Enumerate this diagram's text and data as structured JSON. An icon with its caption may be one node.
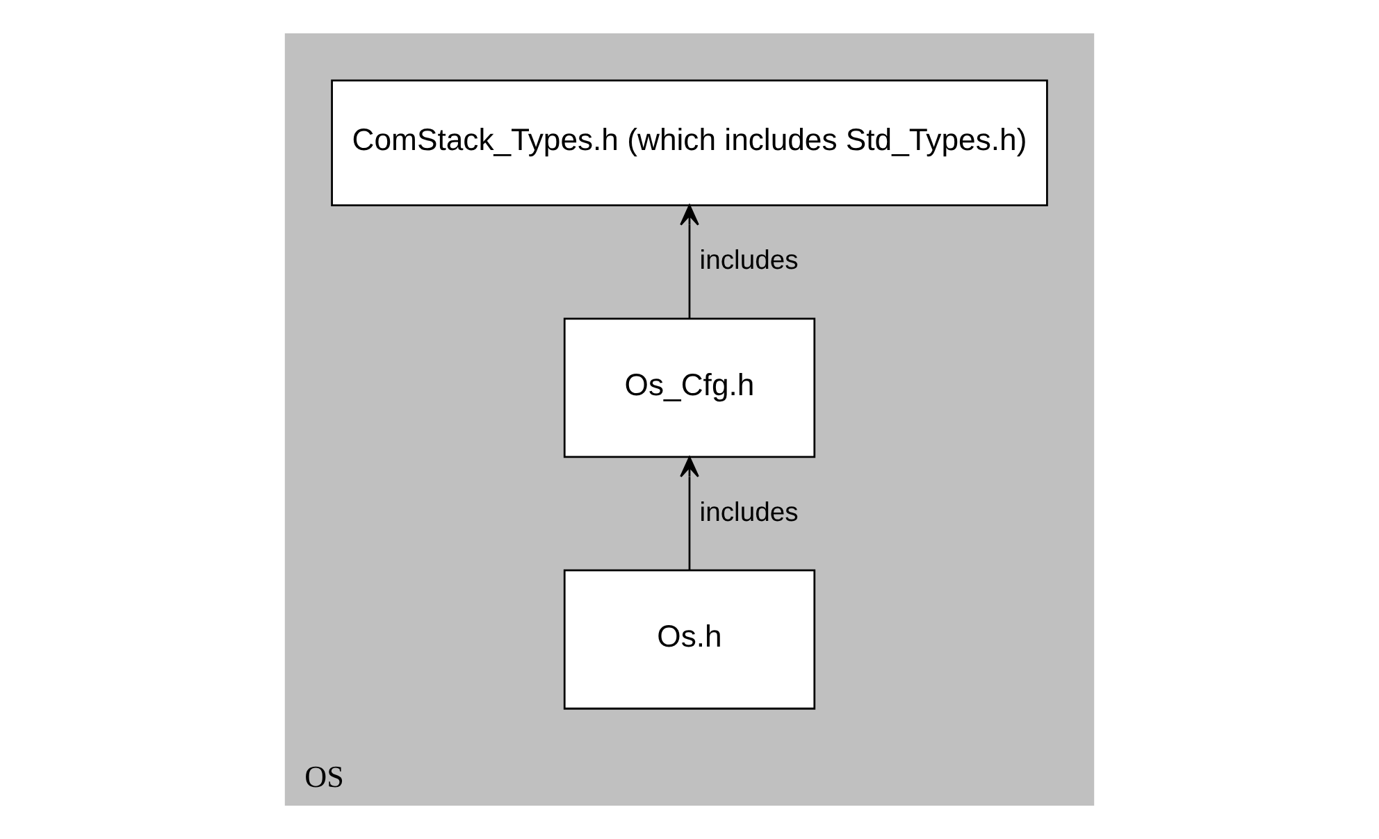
{
  "diagram": {
    "nodes": [
      {
        "text": [
          "OS"
        ]
      },
      {
        "text": [
          "ComStack_Types.h (which includes Std_Types.h)"
        ],
        "in": 0
      },
      {
        "text": [
          "Os_Cfg.h"
        ],
        "in": 0
      },
      {
        "text": [
          "Os.h"
        ],
        "in": 0
      }
    ],
    "edges": [
      {
        "from": 2,
        "to": 1,
        "arrow": "to",
        "label": "includes"
      },
      {
        "from": 3,
        "to": 2,
        "arrow": "to",
        "label": "includes"
      }
    ]
  }
}
